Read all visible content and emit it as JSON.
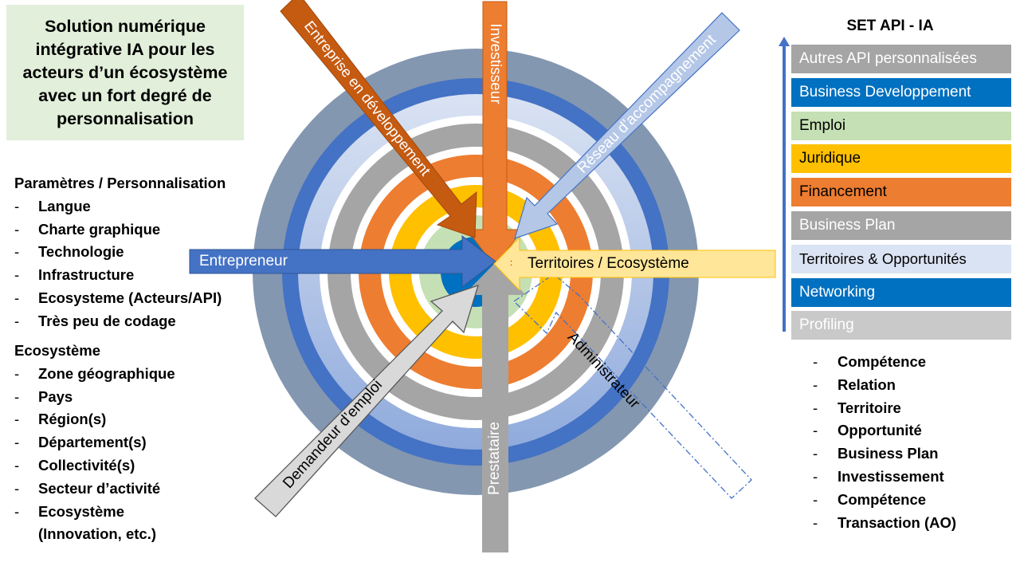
{
  "title": "Solution numérique intégrative IA pour les acteurs d’un écosystème avec un fort degré de personnalisation",
  "parameters": {
    "heading": "Paramètres / Personnalisation",
    "items": [
      "Langue",
      "Charte graphique",
      "Technologie",
      "Infrastructure",
      "Ecosysteme (Acteurs/API)",
      "Très peu de codage"
    ]
  },
  "ecosystem": {
    "heading": "Ecosystème",
    "items": [
      "Zone géographique",
      "Pays",
      "Région(s)",
      "Département(s)",
      "Collectivité(s)",
      "Secteur d’activité",
      "Ecosystème (Innovation, etc.)"
    ]
  },
  "api_set": {
    "title": "SET API - IA",
    "items": [
      {
        "label": "Autres API personnalisées",
        "bg": "#a5a5a5",
        "fg": "#ffffff"
      },
      {
        "label": "Business Developpement",
        "bg": "#0070c0",
        "fg": "#ffffff"
      },
      {
        "label": "Emploi",
        "bg": "#c5e0b4",
        "fg": "#000000"
      },
      {
        "label": "Juridique",
        "bg": "#ffc000",
        "fg": "#000000"
      },
      {
        "label": "Financement",
        "bg": "#ed7d31",
        "fg": "#000000"
      },
      {
        "label": "Business Plan",
        "bg": "#a5a5a5",
        "fg": "#ffffff"
      },
      {
        "label": "Territoires & Opportunités",
        "bg": "#dae3f3",
        "fg": "#000000"
      },
      {
        "label": "Networking",
        "bg": "#0070c0",
        "fg": "#ffffff"
      },
      {
        "label": "Profiling",
        "bg": "#c9c9c9",
        "fg": "#ffffff"
      }
    ]
  },
  "features": [
    "Compétence",
    "Relation",
    "Territoire",
    "Opportunité",
    "Business Plan",
    "Investissement",
    "Compétence",
    "Transaction (AO)"
  ],
  "actors": {
    "entrepreneur": "Entrepreneur",
    "investisseur": "Investisseur",
    "entreprise": "Entreprise en développement",
    "reseau": "Réseau d’accompagnement",
    "territoires": "Territoires / Ecosystème",
    "demandeur": "Demandeur d’emploi",
    "prestataire": "Prestataire",
    "administrateur": "Administrateur"
  },
  "colors": {
    "ring_outer": "#8497b0",
    "ring_blue": "#4472c4",
    "ring_light_blue": "#b4c7e7",
    "ring_gray": "#a5a5a5",
    "ring_orange": "#ed7d31",
    "ring_yellow": "#ffc000",
    "ring_green": "#c5e0b4",
    "core": "#0070c0",
    "arrow_entreprise": "#c55a11",
    "arrow_territoires": "#ffe699",
    "arrow_demandeur": "#d9d9d9"
  }
}
